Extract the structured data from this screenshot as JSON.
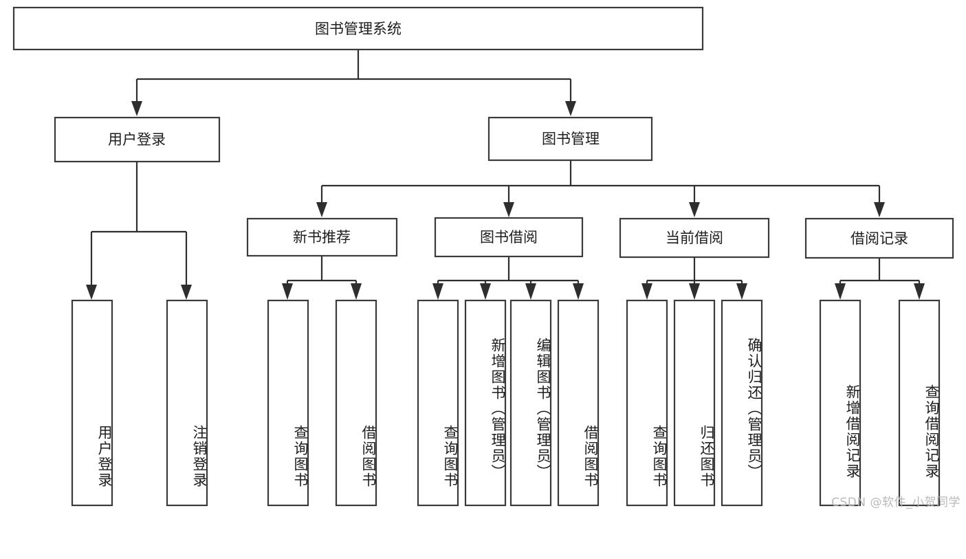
{
  "diagram": {
    "title": "图书管理系统",
    "type": "hierarchy-tree",
    "watermark": "CSDN @软件_小贺同学",
    "colors": {
      "box_stroke": "#3a3a3a",
      "connector": "#2e2e2e",
      "background": "#ffffff",
      "text": "#1d1d1d",
      "watermark": "#b9b9b9"
    },
    "root": {
      "label": "图书管理系统"
    },
    "level2": [
      {
        "label": "用户登录"
      },
      {
        "label": "图书管理"
      }
    ],
    "level3": [
      {
        "label": "新书推荐"
      },
      {
        "label": "图书借阅"
      },
      {
        "label": "当前借阅"
      },
      {
        "label": "借阅记录"
      }
    ],
    "leaves": {
      "user_login": [
        {
          "label": "用户登录"
        },
        {
          "label": "注销登录"
        }
      ],
      "new_book_recommend": [
        {
          "label": "查询图书"
        },
        {
          "label": "借阅图书"
        }
      ],
      "book_borrow": [
        {
          "label": "查询图书"
        },
        {
          "label": "新增图书（管理员）"
        },
        {
          "label": "编辑图书（管理员）"
        },
        {
          "label": "借阅图书"
        }
      ],
      "current_borrow": [
        {
          "label": "查询图书"
        },
        {
          "label": "归还图书"
        },
        {
          "label": "确认归还（管理员）"
        }
      ],
      "borrow_record": [
        {
          "label": "新增借阅记录"
        },
        {
          "label": "查询借阅记录"
        }
      ]
    }
  }
}
